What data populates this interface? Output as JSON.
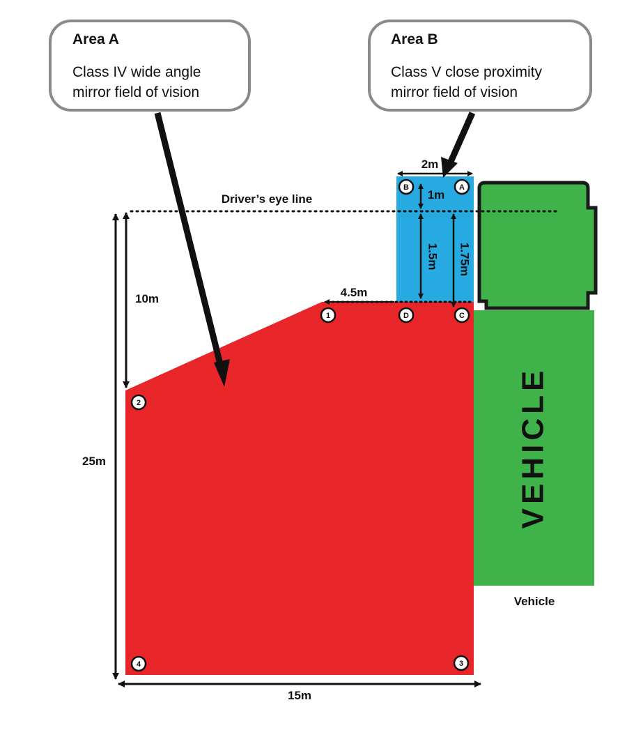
{
  "callouts": {
    "area_a": {
      "title": "Area A",
      "line1": "Class IV wide angle",
      "line2": "mirror field of vision"
    },
    "area_b": {
      "title": "Area B",
      "line1": "Class V close proximity",
      "line2": "mirror field of vision"
    }
  },
  "labels": {
    "eye_line": "Driver’s eye line",
    "vehicle_big": "VEHICLE",
    "vehicle_caption": "Vehicle"
  },
  "dimensions": {
    "width_2m": "2m",
    "d_1m": "1m",
    "d_1_5m": "1.5m",
    "d_1_75m": "1.75m",
    "d_4_5m": "4.5m",
    "d_10m": "10m",
    "d_25m": "25m",
    "d_15m": "15m"
  },
  "points": {
    "p1": "1",
    "p2": "2",
    "p3": "3",
    "p4": "4",
    "pA": "A",
    "pB": "B",
    "pC": "C",
    "pD": "D"
  },
  "colors": {
    "area_a": "#e8262a",
    "area_b": "#27aae1",
    "vehicle": "#3fb34a",
    "outline": "#1a1a1a"
  }
}
